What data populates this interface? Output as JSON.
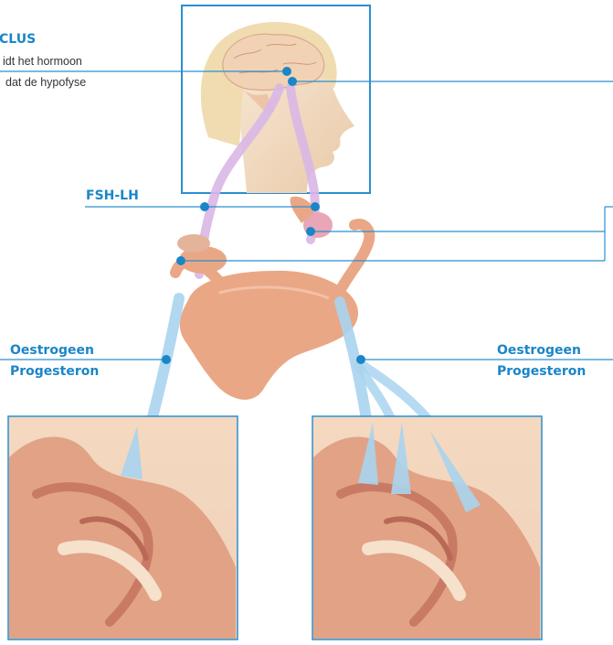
{
  "labels": {
    "hypothalamus_title": "CLUS",
    "hypothalamus_text_1": "idt het hormoon",
    "hypothalamus_text_2": "dat de hypofyse",
    "fsh_lh": "FSH-LH",
    "left_oestrogeen": "Oestrogeen",
    "left_progesteron": "Progesteron",
    "right_oestrogeen": "Oestrogeen",
    "right_progesteron": "Progesteron"
  },
  "colors": {
    "accent_blue": "#1a86c7",
    "panel_border": "#2a8fd0",
    "hormone_pink": "#d8b7e6",
    "hormone_blue": "#a9d4ee",
    "tissue": "#eaa785",
    "skin": "#f6e3cf"
  },
  "icons": [
    "marker-dot",
    "hormone-stream",
    "uterus-shape",
    "ovary-shape"
  ]
}
